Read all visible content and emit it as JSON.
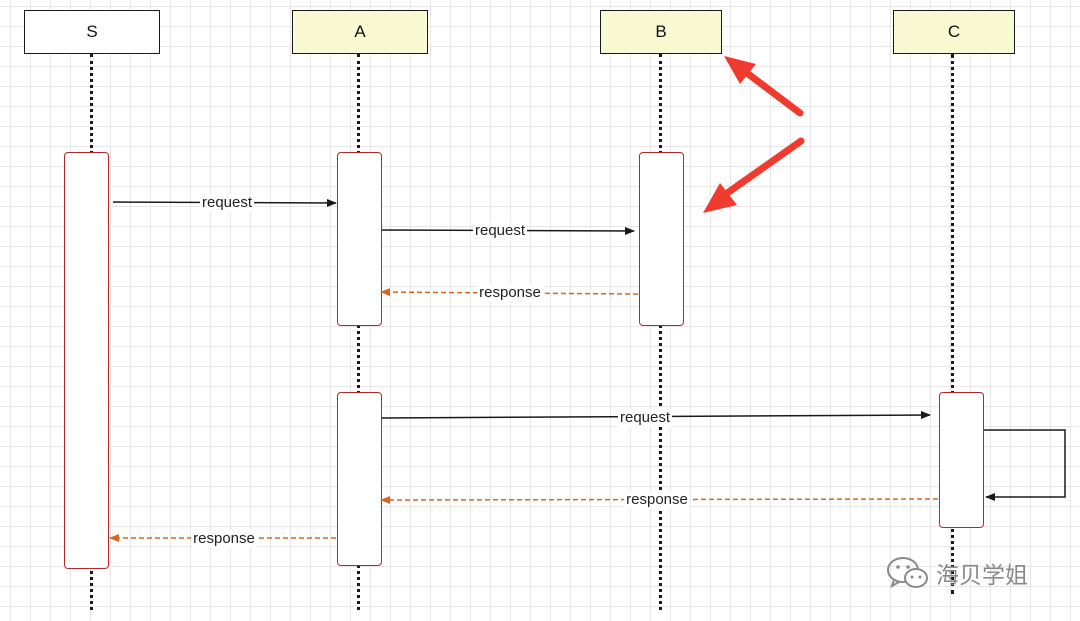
{
  "participants": [
    {
      "id": "S",
      "label": "S",
      "fill": "#ffffff"
    },
    {
      "id": "A",
      "label": "A",
      "fill": "#fafad2"
    },
    {
      "id": "B",
      "label": "B",
      "fill": "#fafad2"
    },
    {
      "id": "C",
      "label": "C",
      "fill": "#fafad2"
    }
  ],
  "messages": [
    {
      "from": "S",
      "to": "A",
      "label": "request",
      "kind": "sync"
    },
    {
      "from": "A",
      "to": "B",
      "label": "request",
      "kind": "sync"
    },
    {
      "from": "B",
      "to": "A",
      "label": "response",
      "kind": "return"
    },
    {
      "from": "A",
      "to": "C",
      "label": "request",
      "kind": "sync"
    },
    {
      "from": "C",
      "to": "C",
      "label": "",
      "kind": "self"
    },
    {
      "from": "C",
      "to": "A",
      "label": "response",
      "kind": "return"
    },
    {
      "from": "A",
      "to": "S",
      "label": "response",
      "kind": "return"
    }
  ],
  "annotations": {
    "red_arrows_target": "B",
    "red_arrow_color": "#f03a2e"
  },
  "colors": {
    "request_line": "#1a1a1a",
    "response_line": "#d2691e",
    "activation_border": "#b02a2a",
    "participant_fill_highlight": "#fafad2"
  },
  "watermark": {
    "text": "海贝学姐",
    "icon": "wechat-icon"
  }
}
